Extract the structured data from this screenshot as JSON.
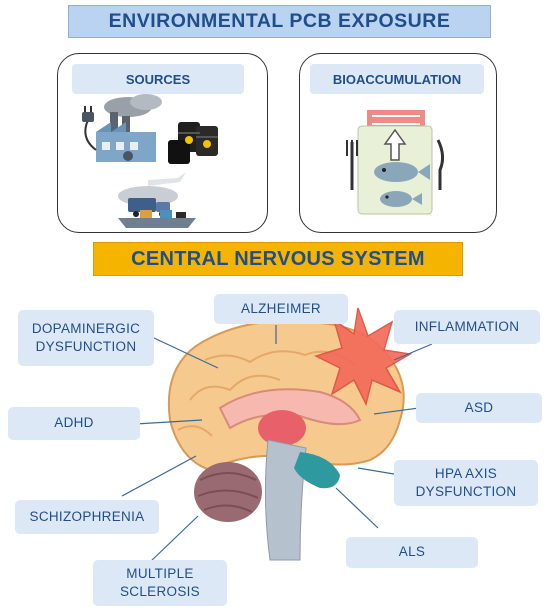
{
  "title": "ENVIRONMENTAL PCB EXPOSURE",
  "panels": {
    "sources": "SOURCES",
    "bioaccumulation": "BIOACCUMULATION"
  },
  "cns_title": "CENTRAL NERVOUS SYSTEM",
  "labels": {
    "dopaminergic": "DOPAMINERGIC\nDYSFUNCTION",
    "alzheimer": "ALZHEIMER",
    "inflammation": "INFLAMMATION",
    "adhd": "ADHD",
    "asd": "ASD",
    "hpa": "HPA AXIS\nDYSFUNCTION",
    "schizophrenia": "SCHIZOPHRENIA",
    "als": "ALS",
    "ms": "MULTIPLE\nSCLEROSIS"
  },
  "colors": {
    "title_bg": "#b9d3f0",
    "label_bg": "#dce8f6",
    "label_text": "#1f4e8c",
    "cns_bg": "#f5b400",
    "brain": "#f6c98e",
    "inflammation": "#f26b5b"
  }
}
